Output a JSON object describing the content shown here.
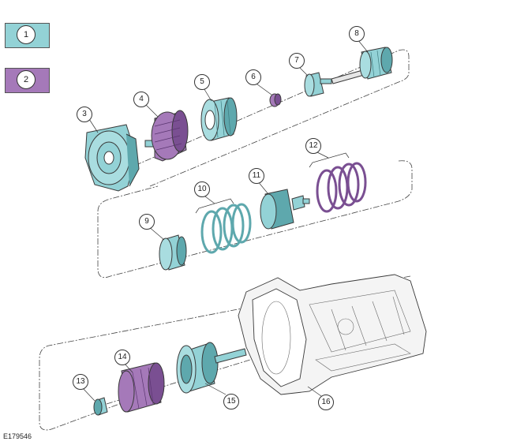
{
  "legend": [
    {
      "number": "1",
      "color": "#93d2d6"
    },
    {
      "number": "2",
      "color": "#a579b9"
    }
  ],
  "image_code": "E179546",
  "colors": {
    "teal": "#93d2d6",
    "teal_dark": "#5ea8ad",
    "purple": "#a579b9",
    "purple_dark": "#7a4f92",
    "outline": "#3a3a3a",
    "case": "#f2f2f2"
  },
  "callouts": [
    "1",
    "2",
    "3",
    "4",
    "5",
    "6",
    "7",
    "8",
    "9",
    "10",
    "11",
    "12",
    "13",
    "14",
    "15",
    "16"
  ]
}
